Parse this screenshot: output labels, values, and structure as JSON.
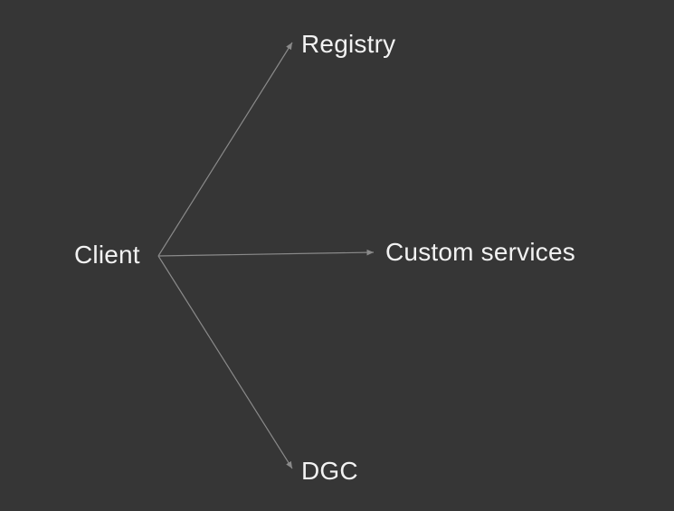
{
  "diagram": {
    "source": {
      "label": "Client"
    },
    "targets": [
      {
        "id": "registry",
        "label": "Registry"
      },
      {
        "id": "custom-services",
        "label": "Custom services"
      },
      {
        "id": "dgc",
        "label": "DGC"
      }
    ],
    "edges": [
      {
        "from": "Client",
        "to": "Registry"
      },
      {
        "from": "Client",
        "to": "Custom services"
      },
      {
        "from": "Client",
        "to": "DGC"
      }
    ]
  },
  "colors": {
    "background": "#363636",
    "text": "#f2f2f2",
    "connector": "#8a8a8a"
  }
}
